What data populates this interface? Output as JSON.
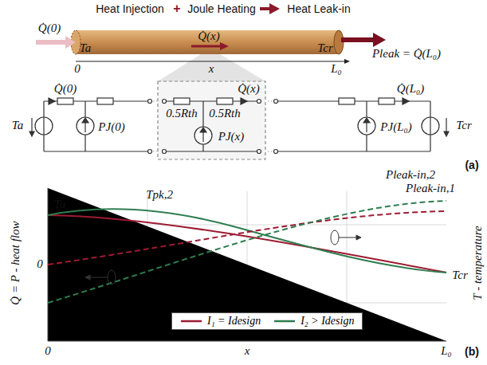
{
  "diagram": {
    "labels": [
      "Heat Injection",
      "+",
      "Joule Heating",
      "Heat Leak-in",
      "Q̇(0)",
      "Q̇(x)",
      "Pleak = Q̇(L₀)",
      "Ta",
      "Tcr",
      "0",
      "x",
      "L₀",
      "Q̇(0)",
      "Ta",
      "PJ(0)",
      "0.5Rth",
      "0.5Rth",
      "Q̇(x)",
      "PJ(x)",
      "Q̇(L₀)",
      "PJ(L₀)",
      "Tcr",
      "(a)",
      "Q̇ = P - heat flow",
      "T - temperature",
      "Ta",
      "Tpk,2",
      "Pleak-in,2",
      "Pleak-in,1",
      "0",
      "Tcr",
      "0",
      "x",
      "L₀",
      "(b)"
    ],
    "legend": [
      {
        "text": "I₁ = Idesign"
      },
      {
        "text": "I₂ > Idesign"
      }
    ]
  }
}
